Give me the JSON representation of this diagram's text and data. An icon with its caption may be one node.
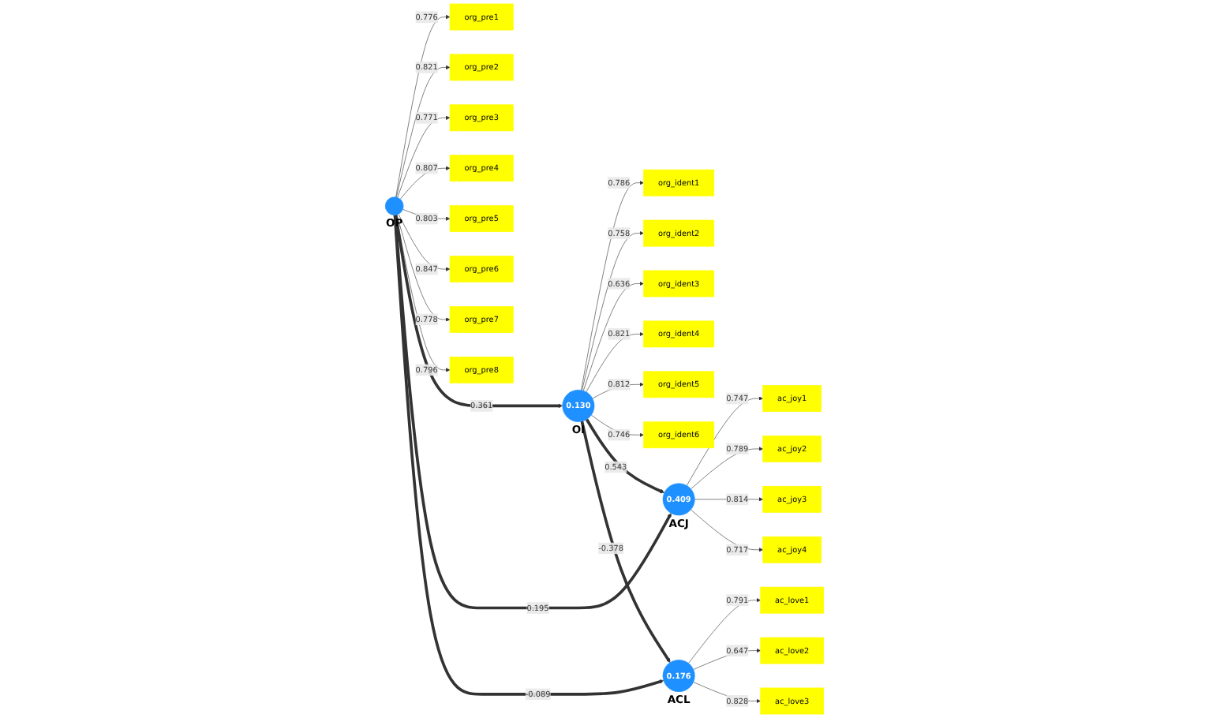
{
  "diagram": {
    "nodes": [
      {
        "text": [
          "org_ident1"
        ]
      },
      {
        "text": [
          "org_ident2"
        ]
      },
      {
        "text": [
          "org_ident3"
        ]
      },
      {
        "text": [
          "org_ident4"
        ]
      },
      {
        "text": [
          "org_ident5"
        ]
      },
      {
        "text": [
          "org_ident6"
        ]
      },
      {
        "text": [
          "0.130"
        ],
        "beside": [
          "OI"
        ]
      },
      {
        "text": [
          "org_pre1"
        ]
      },
      {
        "text": [
          "org_pre2"
        ]
      },
      {
        "text": [
          "org_pre3"
        ]
      },
      {
        "text": [
          "org_pre4"
        ]
      },
      {
        "text": [
          "org_pre5"
        ]
      },
      {
        "text": [
          "org_pre6"
        ]
      },
      {
        "text": [
          "org_pre7"
        ]
      },
      {
        "text": [
          "org_pre8"
        ]
      },
      {
        "text": [],
        "shape": "circle",
        "beside": [
          "OP"
        ]
      },
      {
        "text": [
          "0.409"
        ],
        "beside": [
          "ACJ"
        ]
      },
      {
        "text": [
          "ac_joy1"
        ]
      },
      {
        "text": [
          "ac_joy2"
        ]
      },
      {
        "text": [
          "ac_joy3"
        ]
      },
      {
        "text": [
          "ac_joy4"
        ]
      },
      {
        "text": [
          "0.176"
        ],
        "beside": [
          "ACL"
        ]
      },
      {
        "text": [
          "ac_love1"
        ]
      },
      {
        "text": [
          "ac_love2"
        ]
      },
      {
        "text": [
          "ac_love3"
        ]
      }
    ],
    "edges": [
      {
        "from": 6,
        "to": 0,
        "arrow": "to",
        "label": "0.786"
      },
      {
        "from": 6,
        "to": 1,
        "arrow": "to",
        "label": "0.758"
      },
      {
        "from": 6,
        "to": 2,
        "arrow": "to",
        "label": "0.636"
      },
      {
        "from": 6,
        "to": 3,
        "arrow": "to",
        "label": "0.821"
      },
      {
        "from": 6,
        "to": 4,
        "arrow": "to",
        "label": "0.812"
      },
      {
        "from": 6,
        "to": 5,
        "arrow": "to",
        "label": "0.746"
      },
      {
        "from": 15,
        "to": 7,
        "arrow": "to",
        "label": "0.776"
      },
      {
        "from": 15,
        "to": 8,
        "arrow": "to",
        "label": "0.821"
      },
      {
        "from": 15,
        "to": 9,
        "arrow": "to",
        "label": "0.771"
      },
      {
        "from": 15,
        "to": 10,
        "arrow": "to",
        "label": "0.807"
      },
      {
        "from": 15,
        "to": 11,
        "arrow": "to",
        "label": "0.803"
      },
      {
        "from": 15,
        "to": 12,
        "arrow": "to",
        "label": "0.847"
      },
      {
        "from": 15,
        "to": 13,
        "arrow": "to",
        "label": "0.778"
      },
      {
        "from": 15,
        "to": 14,
        "arrow": "to",
        "label": "0.796"
      },
      {
        "from": 15,
        "to": 6,
        "arrow": "to",
        "label": "0.361",
        "style": "thick"
      },
      {
        "from": 15,
        "to": 16,
        "arrow": "to",
        "label": "0.195",
        "style": "thick"
      },
      {
        "from": 15,
        "to": 21,
        "arrow": "to",
        "label": "-0.089",
        "style": "thick"
      },
      {
        "from": 6,
        "to": 16,
        "arrow": "to",
        "label": "0.543",
        "style": "thick"
      },
      {
        "from": 6,
        "to": 21,
        "arrow": "to",
        "label": "-0.378",
        "style": "thick"
      },
      {
        "from": 16,
        "to": 17,
        "arrow": "to",
        "label": "0.747"
      },
      {
        "from": 16,
        "to": 18,
        "arrow": "to",
        "label": "0.789"
      },
      {
        "from": 16,
        "to": 19,
        "arrow": "to",
        "label": "0.814"
      },
      {
        "from": 16,
        "to": 20,
        "arrow": "to",
        "label": "0.717"
      },
      {
        "from": 21,
        "to": 22,
        "arrow": "to",
        "label": "0.791"
      },
      {
        "from": 21,
        "to": 23,
        "arrow": "to",
        "label": "0.647"
      },
      {
        "from": 21,
        "to": 24,
        "arrow": "to",
        "label": "0.828"
      }
    ]
  }
}
